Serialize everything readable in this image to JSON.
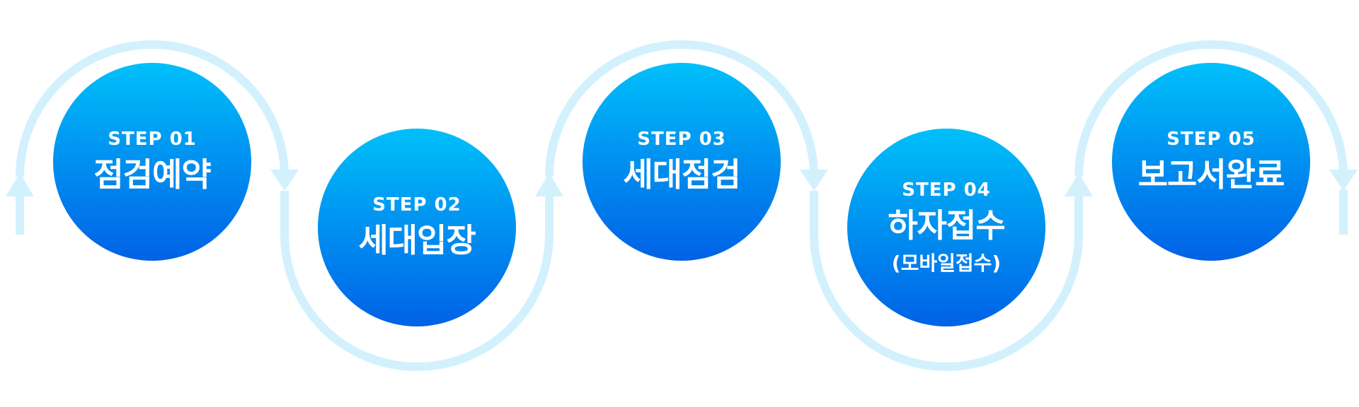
{
  "colors": {
    "circle_top": "#00c0fa",
    "circle_bottom": "#0062e6",
    "connector": "#d2f1fd",
    "text": "#ffffff"
  },
  "steps": [
    {
      "number": "STEP 01",
      "title": "점검예약",
      "subtitle": ""
    },
    {
      "number": "STEP 02",
      "title": "세대입장",
      "subtitle": ""
    },
    {
      "number": "STEP 03",
      "title": "세대점검",
      "subtitle": ""
    },
    {
      "number": "STEP 04",
      "title": "하자접수",
      "subtitle": "(모바일접수)"
    },
    {
      "number": "STEP 05",
      "title": "보고서완료",
      "subtitle": ""
    }
  ],
  "icons": [
    "arrow-up-icon",
    "arrow-down-icon"
  ]
}
